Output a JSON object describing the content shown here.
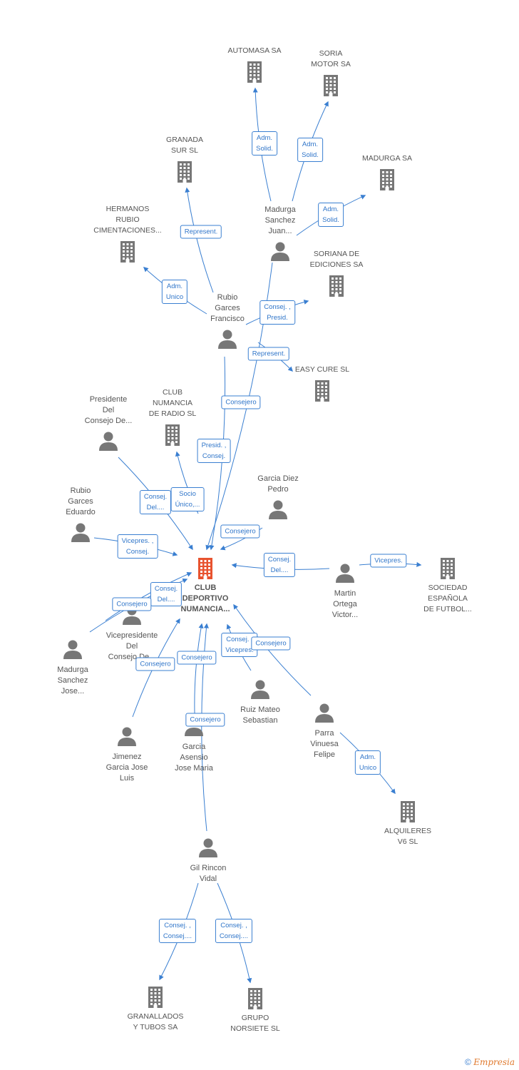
{
  "nodes": [
    {
      "id": "center",
      "kind": "center",
      "label": "CLUB\nDEPORTIVO\nNUMANCIA..."
    },
    {
      "id": "automasa",
      "kind": "company",
      "label": "AUTOMASA SA"
    },
    {
      "id": "soria_motor",
      "kind": "company",
      "label": "SORIA\nMOTOR SA"
    },
    {
      "id": "granada_sur",
      "kind": "company",
      "label": "GRANADA\nSUR SL"
    },
    {
      "id": "madurga_sa",
      "kind": "company",
      "label": "MADURGA SA"
    },
    {
      "id": "hermanos_rubio",
      "kind": "company",
      "label": "HERMANOS\nRUBIO\nCIMENTACIONES..."
    },
    {
      "id": "soriana",
      "kind": "company",
      "label": "SORIANA DE\nEDICIONES SA"
    },
    {
      "id": "easy_cure",
      "kind": "company",
      "label": "EASY CURE SL"
    },
    {
      "id": "radio",
      "kind": "company",
      "label": "CLUB\nNUMANCIA\nDE RADIO SL"
    },
    {
      "id": "sociedad_esp",
      "kind": "company",
      "label": "SOCIEDAD\nESPAÑOLA\nDE FUTBOL..."
    },
    {
      "id": "alquileres",
      "kind": "company",
      "label": "ALQUILERES\nV6 SL"
    },
    {
      "id": "granallados",
      "kind": "company",
      "label": "GRANALLADOS\nY TUBOS SA"
    },
    {
      "id": "norsiete",
      "kind": "company",
      "label": "GRUPO\nNORSIETE SL"
    },
    {
      "id": "madurga_juan",
      "kind": "person",
      "label": "Madurga\nSanchez\nJuan..."
    },
    {
      "id": "rubio_francisco",
      "kind": "person",
      "label": "Rubio\nGarces\nFrancisco"
    },
    {
      "id": "presidente",
      "kind": "person",
      "label": "Presidente\nDel\nConsejo De..."
    },
    {
      "id": "garcia_diez",
      "kind": "person",
      "label": "Garcia Diez\nPedro"
    },
    {
      "id": "rubio_eduardo",
      "kind": "person",
      "label": "Rubio\nGarces\nEduardo"
    },
    {
      "id": "martin",
      "kind": "person",
      "label": "Martin\nOrtega\nVictor..."
    },
    {
      "id": "vicepresidente",
      "kind": "person",
      "label": "Vicepresidente\nDel\nConsejo De..."
    },
    {
      "id": "madurga_jose",
      "kind": "person",
      "label": "Madurga\nSanchez\nJose..."
    },
    {
      "id": "ruiz",
      "kind": "person",
      "label": "Ruiz Mateo\nSebastian"
    },
    {
      "id": "jimenez",
      "kind": "person",
      "label": "Jimenez\nGarcia Jose\nLuis"
    },
    {
      "id": "garcia_asensio",
      "kind": "person",
      "label": "Garcia\nAsensio\nJose Maria"
    },
    {
      "id": "parra",
      "kind": "person",
      "label": "Parra\nVinuesa\nFelipe"
    },
    {
      "id": "gil",
      "kind": "person",
      "label": "Gil Rincon\nVidal"
    }
  ],
  "roles": [
    "Adm.\nSolid.",
    "Adm.\nSolid.",
    "Adm.\nSolid.",
    "Represent.",
    "Adm.\nUnico",
    "Consej. ,\nPresid.",
    "Represent.",
    "Consejero",
    "Presid. ,\nConsej.",
    "Socio\nÚnico,...",
    "Consej.\nDel....",
    "Vicepres. ,\nConsej.",
    "Consejero",
    "Consej.\nDel....",
    "Vicepres.",
    "Consej.\nDel....",
    "Consejero",
    "Consejero",
    "Consejero",
    "Consej. ,\nVicepres.",
    "Consejero",
    "Consejero",
    "Adm.\nUnico",
    "Consej. ,\nConsej....",
    "Consej. ,\nConsej...."
  ],
  "footer": {
    "copyright": "©",
    "brand": "Empresia"
  },
  "colors": {
    "edge": "#3a7fd1",
    "icon": "#777777",
    "center": "#e8532f"
  }
}
